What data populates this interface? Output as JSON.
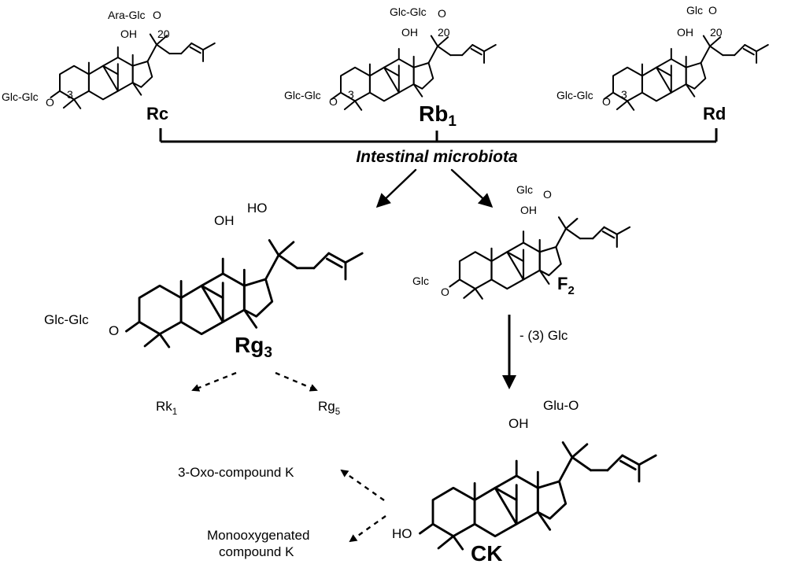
{
  "compounds": {
    "rc": {
      "name": "Rc",
      "c3_sugar": "Glc-Glc",
      "c20_sugar": "Ara-Glc",
      "oh": "OH",
      "pos3": "3",
      "pos20": "20"
    },
    "rb1": {
      "name": "Rb",
      "subscript": "1",
      "c3_sugar": "Glc-Glc",
      "c20_sugar": "Glc-Glc",
      "oh": "OH",
      "pos3": "3",
      "pos20": "20"
    },
    "rd": {
      "name": "Rd",
      "c3_sugar": "Glc-Glc",
      "c20_sugar": "Glc",
      "oh": "OH",
      "pos3": "3",
      "pos20": "20"
    },
    "rg3": {
      "name": "Rg",
      "subscript": "3",
      "c3_sugar": "Glc-Glc",
      "oh": "OH",
      "c20_oh": "HO"
    },
    "f2": {
      "name": "F",
      "subscript": "2",
      "c3_sugar": "Glc",
      "c20_sugar": "Glc",
      "oh": "OH"
    },
    "ck": {
      "name": "CK",
      "c3_oh": "HO",
      "c20_sugar": "Glu-O",
      "oh": "OH"
    }
  },
  "process": {
    "label": "Intestinal microbiota",
    "step_label": "- (3) Glc"
  },
  "side_products": {
    "rk1": {
      "name": "Rk",
      "subscript": "1"
    },
    "rg5": {
      "name": "Rg",
      "subscript": "5"
    },
    "oxo": {
      "name": "3-Oxo-compound K"
    },
    "mono": {
      "line1": "Monooxygenated",
      "line2": "compound K"
    }
  }
}
